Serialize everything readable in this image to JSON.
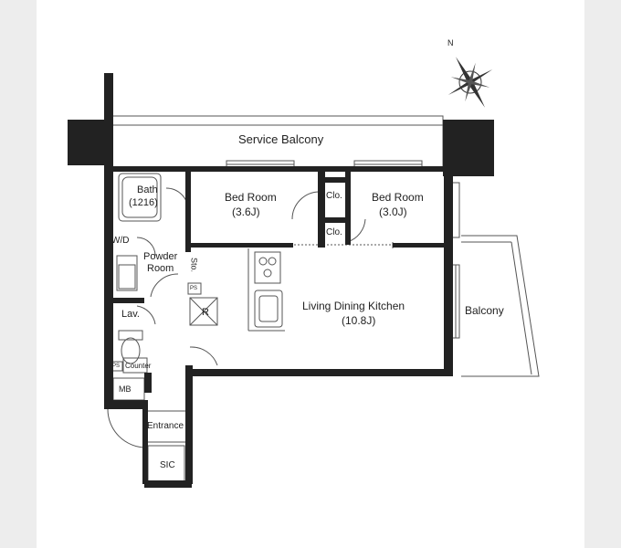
{
  "colors": {
    "wall": "#222222",
    "line": "#555555",
    "background": "#ededed",
    "sheet": "#ffffff"
  },
  "compass": {
    "north_label": "N"
  },
  "rooms": {
    "service_balcony": "Service Balcony",
    "bath": "Bath",
    "bath_size": "(1216)",
    "bed1": "Bed Room",
    "bed1_size": "(3.6J)",
    "clo1": "Clo.",
    "bed2": "Bed Room",
    "bed2_size": "(3.0J)",
    "clo2": "Clo.",
    "wd": "W/D",
    "powder": "Powder",
    "powder_room": "Room",
    "sto": "Sto.",
    "ps1": "PS",
    "r": "R",
    "ldk": "Living Dining Kitchen",
    "ldk_size": "(10.8J)",
    "balcony": "Balcony",
    "lav": "Lav.",
    "ps2": "PS",
    "counter": "Counter",
    "mb": "MB",
    "entrance": "Entrance",
    "sic": "SIC"
  }
}
